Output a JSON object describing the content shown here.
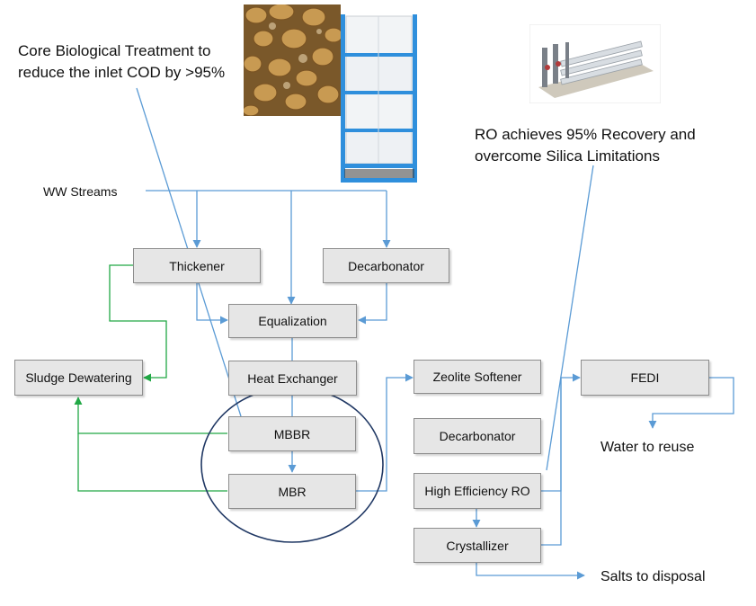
{
  "inputs": {
    "ww_streams": "WW Streams"
  },
  "annotations": {
    "biological_line1": "Core Biological Treatment to",
    "biological_line2": "reduce the inlet COD by >95%",
    "ro_line1": "RO achieves 95% Recovery and",
    "ro_line2": "overcome Silica Limitations"
  },
  "nodes": {
    "thickener": "Thickener",
    "decarbonator_top": "Decarbonator",
    "equalization": "Equalization",
    "sludge_dewatering": "Sludge Dewatering",
    "heat_exchanger": "Heat Exchanger",
    "mbbr": "MBBR",
    "mbr": "MBR",
    "zeolite_softener": "Zeolite Softener",
    "decarbonator_mid": "Decarbonator",
    "high_efficiency_ro": "High Efficiency RO",
    "crystallizer": "Crystallizer",
    "fedi": "FEDI"
  },
  "outputs": {
    "water_to_reuse": "Water to reuse",
    "salts_to_disposal": "Salts to disposal"
  },
  "colors": {
    "process_line": "#5b9bd5",
    "sludge_line": "#21a845",
    "box_fill": "#e6e6e6",
    "ellipse": "#203864"
  }
}
